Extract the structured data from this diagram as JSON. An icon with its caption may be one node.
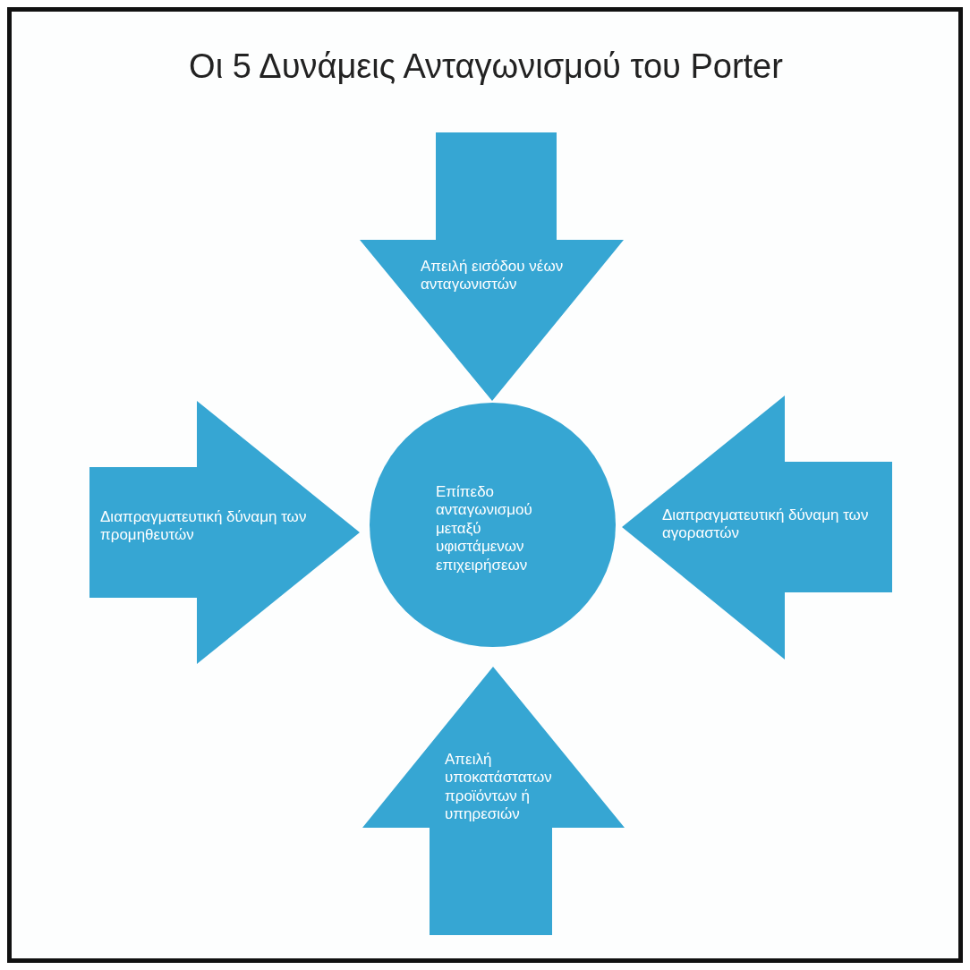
{
  "diagram": {
    "title": "Οι 5 Δυνάμεις Ανταγωνισμού του Porter",
    "nodes": [
      {
        "text": [
          "Απειλή εισόδου νέων ανταγωνιστών"
        ]
      },
      {
        "text": [
          "Διαπραγματευτική δύναμη των προμηθευτών"
        ]
      },
      {
        "text": [
          "Επίπεδο ανταγωνισμού μεταξύ υφιστάμενων επιχειρήσεων"
        ]
      },
      {
        "text": [
          "Διαπραγματευτική δύναμη των αγοραστών"
        ]
      },
      {
        "text": [
          "Απειλή υποκατάστατων προϊόντων ή υπηρεσιών"
        ]
      }
    ]
  }
}
